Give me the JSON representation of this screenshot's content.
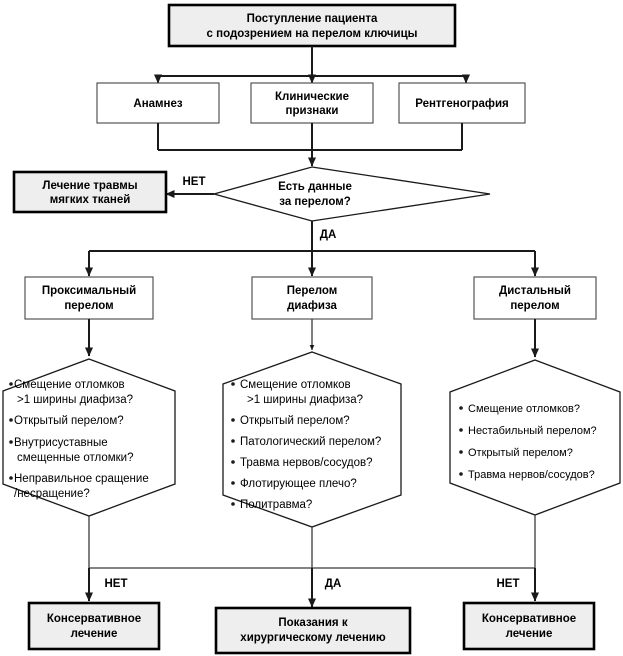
{
  "diagram": {
    "title_box": {
      "line1": "Поступление пациента",
      "line2": "с подозрением на перелом ключицы"
    },
    "assessment": [
      {
        "line1": "Анамнез",
        "line2": ""
      },
      {
        "line1": "Клинические",
        "line2": "признаки"
      },
      {
        "line1": "Рентгенография",
        "line2": ""
      }
    ],
    "decision": {
      "line1": "Есть данные",
      "line2": "за перелом?",
      "no_label": "НЕТ",
      "yes_label": "ДА"
    },
    "soft_tissue_box": {
      "line1": "Лечение травмы",
      "line2": "мягких тканей"
    },
    "fracture_types": [
      {
        "line1": "Проксимальный",
        "line2": "перелом"
      },
      {
        "line1": "Перелом",
        "line2": "диафиза"
      },
      {
        "line1": "Дистальный",
        "line2": "перелом"
      }
    ],
    "criteria": [
      {
        "name": "proximal-criteria",
        "items": [
          [
            "Смещение отломков",
            ">1 ширины диафиза?"
          ],
          [
            "Открытый перелом?"
          ],
          [
            "Внутрисуставные",
            "смещенные отломки?"
          ],
          [
            "Неправильное сращение",
            "/несращение?"
          ]
        ]
      },
      {
        "name": "diaphysis-criteria",
        "items": [
          [
            "Смещение отломков",
            ">1 ширины диафиза?"
          ],
          [
            "Открытый перелом?"
          ],
          [
            "Патологический перелом?"
          ],
          [
            "Травма нервов/сосудов?"
          ],
          [
            "Флотирующее плечо?"
          ],
          [
            "Политравма?"
          ]
        ]
      },
      {
        "name": "distal-criteria",
        "items": [
          [
            "Смещение отломков?"
          ],
          [
            "Нестабильный перелом?"
          ],
          [
            "Открытый перелом?"
          ],
          [
            "Травма нервов/сосудов?"
          ]
        ]
      }
    ],
    "outcome_labels": [
      "НЕТ",
      "ДА",
      "НЕТ"
    ],
    "outcomes": [
      {
        "line1": "Консервативное",
        "line2": "лечение"
      },
      {
        "line1": "Показания к",
        "line2": "хирургическому лечению"
      },
      {
        "line1": "Консервативное",
        "line2": "лечение"
      }
    ],
    "colors": {
      "node_gray": "#eeeeee",
      "node_white": "#ffffff",
      "line": "#1a1a1a",
      "text": "#000000"
    }
  }
}
